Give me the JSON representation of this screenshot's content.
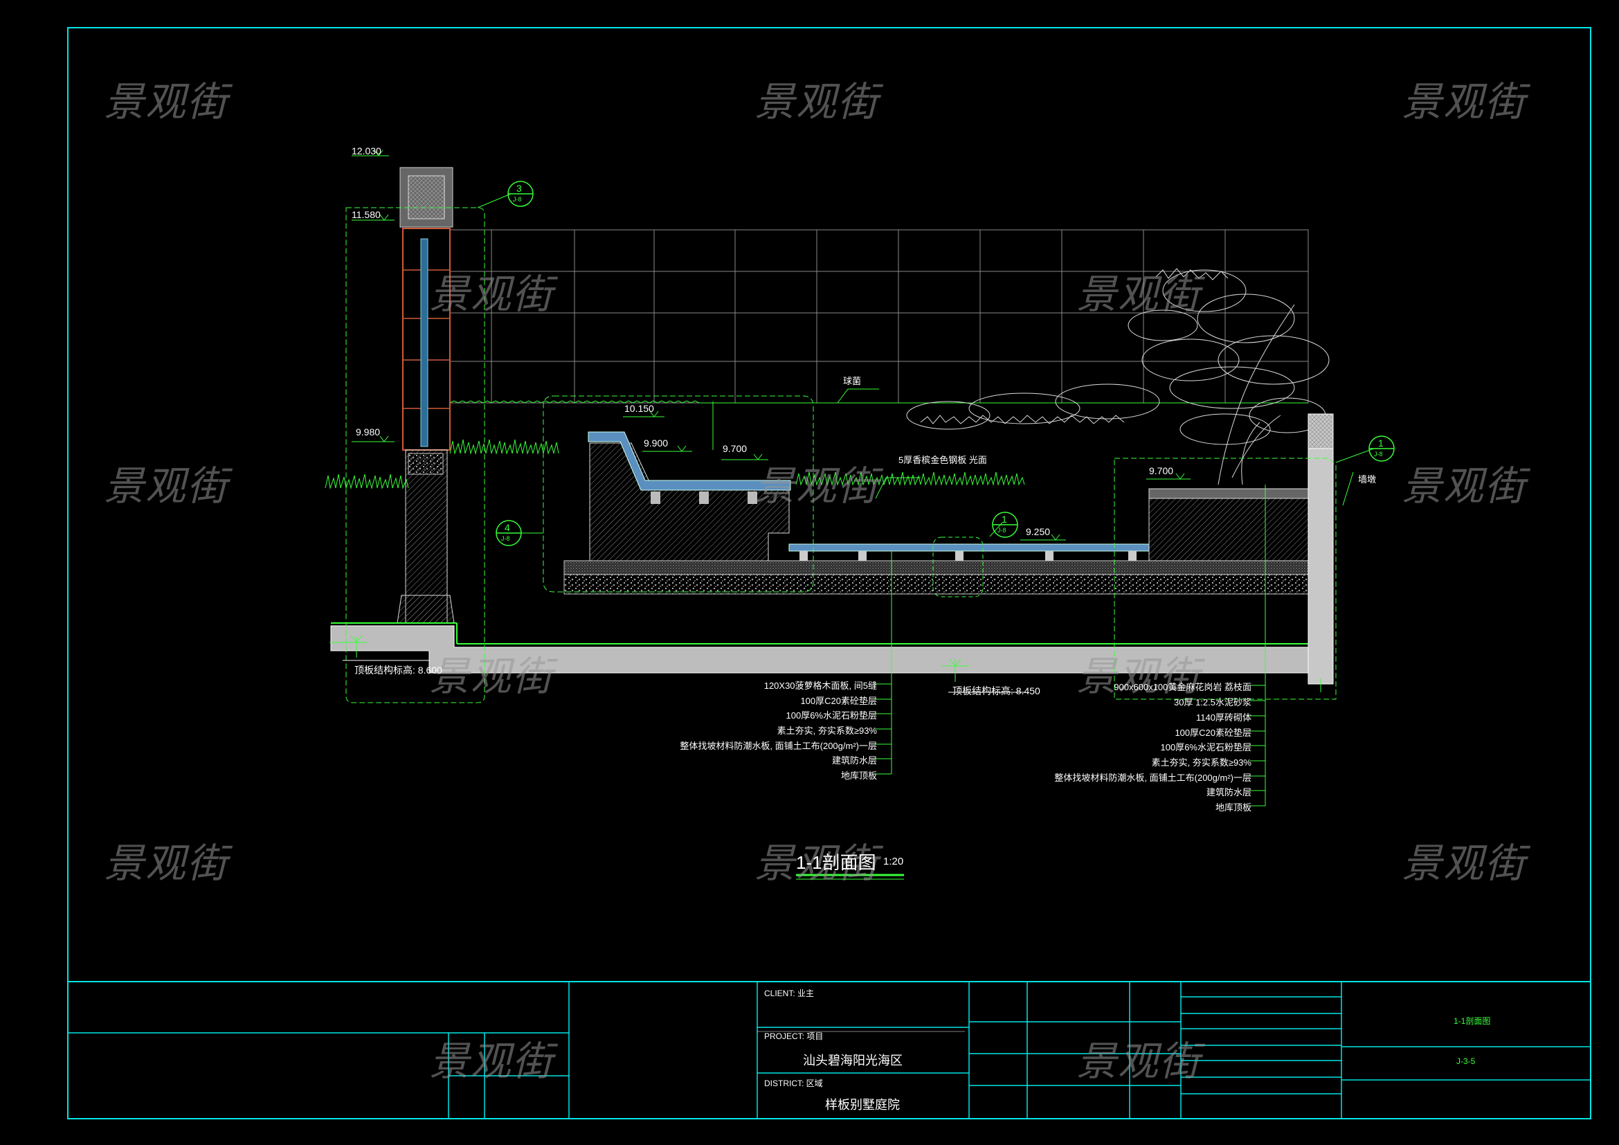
{
  "watermark_text": "景观街",
  "colors": {
    "frame": "#00e5e5",
    "dimension": "#39ff3a",
    "structure": "#ffffff",
    "brick": "#d05a3a",
    "grid": "#9a9a9a",
    "background": "#000000"
  },
  "elevations": {
    "e12030": "12.030",
    "e11580": "11.580",
    "e9980": "9.980",
    "e10150": "10.150",
    "e9900": "9.900",
    "e9700a": "9.700",
    "e9700b": "9.700",
    "e9250": "9.250",
    "base_left": "顶板结构标高: 8.600",
    "base_mid": "顶板结构标高: 8.450"
  },
  "callouts": {
    "c3": {
      "num": "3",
      "sheet": "J-8"
    },
    "c4": {
      "num": "4",
      "sheet": "J-8"
    },
    "c1a": {
      "num": "1",
      "sheet": "J-8"
    },
    "c1b": {
      "num": "1",
      "sheet": "J-8"
    }
  },
  "notes": {
    "planting": "球菌",
    "steel_plate": "5厚香槟金色钢板 光面",
    "wall": "墙墩"
  },
  "layers_left": [
    "120X30菠萝格木面板, 间5缝",
    "100厚C20素砼垫层",
    "100厚6%水泥石粉垫层",
    "素土夯实, 夯实系数≥93%",
    "整体找坡材料防潮水板, 面铺土工布(200g/m²)一层",
    "建筑防水层",
    "地库顶板"
  ],
  "layers_right": [
    "900x600x100黄金麻花岗岩 荔枝面",
    "30厚 1:2.5水泥砂浆",
    "1140厚砖砌体",
    "100厚C20素砼垫层",
    "100厚6%水泥石粉垫层",
    "素土夯实, 夯实系数≥93%",
    "整体找坡材料防潮水板, 面铺土工布(200g/m²)一层",
    "建筑防水层",
    "地库顶板"
  ],
  "section_title": {
    "title": "1-1剖面图",
    "scale": "1:20"
  },
  "title_block": {
    "client_label": "CLIENT: 业主",
    "project_label": "PROJECT: 项目",
    "project_name": "汕头碧海阳光海区",
    "district_label": "DISTRICT: 区域",
    "district_name": "样板别墅庭院",
    "sheet_title": "1-1剖面图",
    "sheet_number": "J-3-5"
  }
}
